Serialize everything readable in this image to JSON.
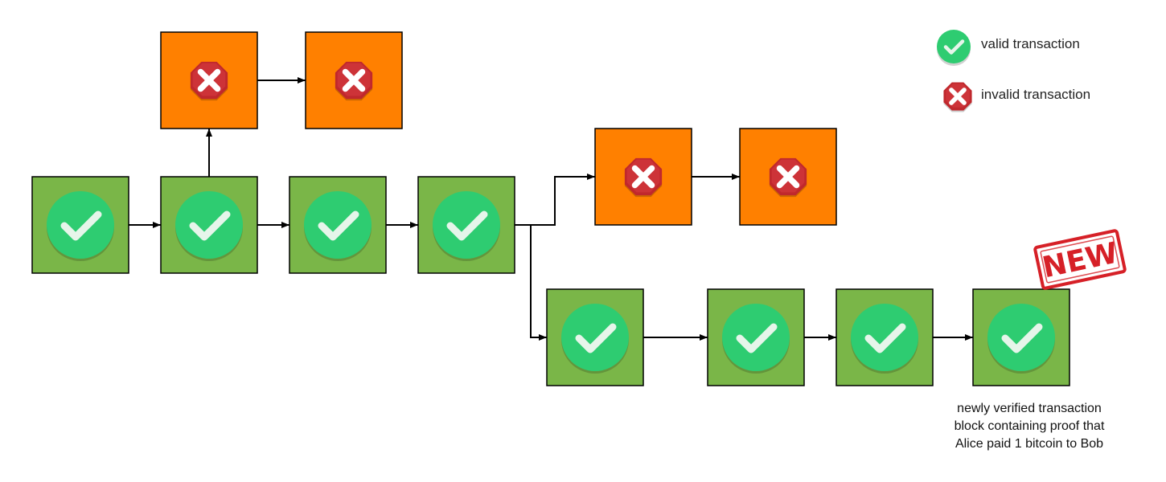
{
  "legend": {
    "valid_label": "valid transaction",
    "invalid_label": "invalid transaction"
  },
  "stamp": {
    "label": "NEW"
  },
  "caption": {
    "lines": [
      "newly verified transaction",
      "block containing proof that",
      "Alice paid 1 bitcoin to Bob"
    ]
  },
  "colors": {
    "valid_block": "#7ab648",
    "invalid_block": "#ff8000",
    "valid_badge": "#2ecc71",
    "invalid_badge": "#c0282d",
    "stamp": "#d62027",
    "arrow": "#000000"
  },
  "icons": {
    "valid": "check-circle-icon",
    "invalid": "x-octagon-icon"
  },
  "blocks": [
    {
      "id": "b1",
      "status": "valid"
    },
    {
      "id": "b2",
      "status": "valid"
    },
    {
      "id": "b3",
      "status": "valid"
    },
    {
      "id": "b4",
      "status": "valid"
    },
    {
      "id": "u1",
      "status": "invalid"
    },
    {
      "id": "u2",
      "status": "invalid"
    },
    {
      "id": "m1",
      "status": "invalid"
    },
    {
      "id": "m2",
      "status": "invalid"
    },
    {
      "id": "l1",
      "status": "valid"
    },
    {
      "id": "l2",
      "status": "valid"
    },
    {
      "id": "l3",
      "status": "valid"
    },
    {
      "id": "l4",
      "status": "valid"
    }
  ],
  "connections": [
    {
      "from": "b1",
      "to": "b2"
    },
    {
      "from": "b2",
      "to": "b3"
    },
    {
      "from": "b3",
      "to": "b4"
    },
    {
      "from": "b2",
      "to": "u1"
    },
    {
      "from": "u1",
      "to": "u2"
    },
    {
      "from": "b4",
      "to": "m1"
    },
    {
      "from": "m1",
      "to": "m2"
    },
    {
      "from": "b4",
      "to": "l1"
    },
    {
      "from": "l1",
      "to": "l2"
    },
    {
      "from": "l2",
      "to": "l3"
    },
    {
      "from": "l3",
      "to": "l4"
    }
  ]
}
